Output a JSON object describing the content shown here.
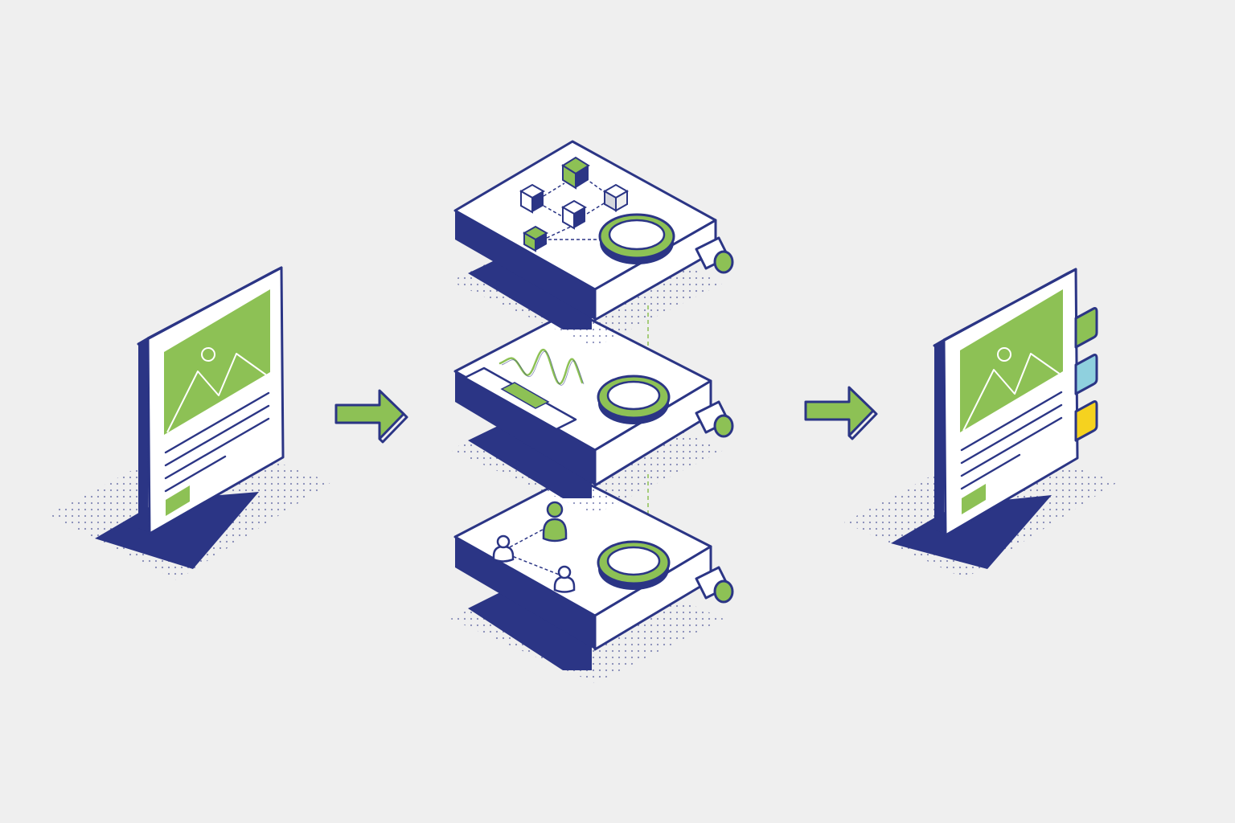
{
  "diagram": {
    "type": "isometric process flow",
    "flow": [
      "source-document",
      "processing-stack",
      "tagged-document"
    ],
    "source_document": {
      "content": [
        "image-placeholder",
        "text-lines",
        "button-block"
      ]
    },
    "processing_stack": {
      "layers": [
        {
          "name": "structure-layer",
          "content": [
            "network-cubes",
            "lens-ring",
            "connector-port"
          ]
        },
        {
          "name": "signal-layer",
          "content": [
            "waveform",
            "progress-bar",
            "lens-ring",
            "connector-port"
          ]
        },
        {
          "name": "entity-layer",
          "content": [
            "person-figures",
            "lens-ring",
            "connector-port"
          ]
        }
      ]
    },
    "tagged_document": {
      "content": [
        "image-placeholder",
        "text-lines",
        "button-block"
      ],
      "tags": [
        {
          "name": "tag-green",
          "color": "#8dc155"
        },
        {
          "name": "tag-blue",
          "color": "#8fd0de"
        },
        {
          "name": "tag-yellow",
          "color": "#f5d21f"
        }
      ]
    }
  },
  "colors": {
    "background": "#efefef",
    "outline": "#2b3585",
    "accent": "#8dc155",
    "surface": "#ffffff",
    "shadow": "#2b3585"
  },
  "icons": [
    "image-icon",
    "arrow-right-icon",
    "cube-icon",
    "lens-ring-icon",
    "waveform-icon",
    "person-icon",
    "tag-icon"
  ]
}
